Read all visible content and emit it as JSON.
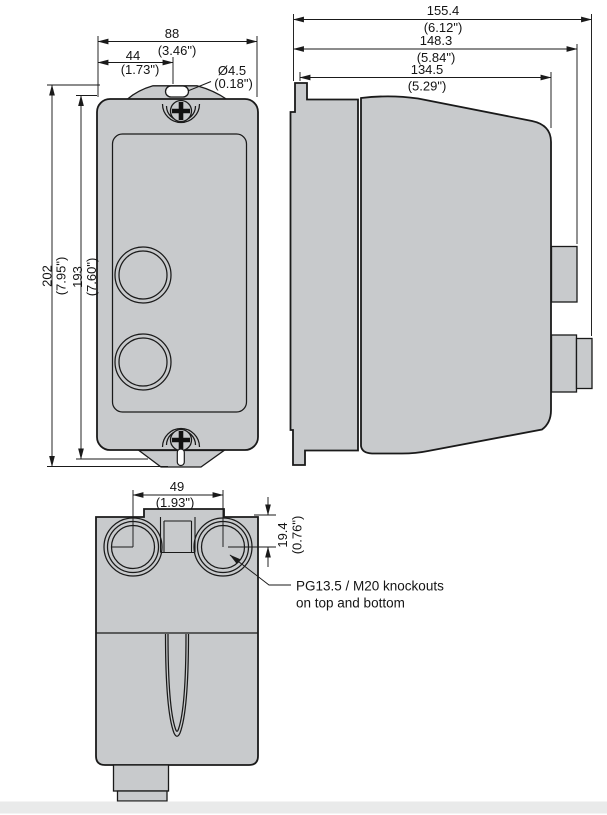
{
  "views": {
    "front": {
      "width": {
        "mm": "88",
        "inch": "(3.46\")"
      },
      "hole_spacing_width": {
        "mm": "44",
        "inch": "(1.73\")"
      },
      "hole_diameter": {
        "mm": "Ø4.5",
        "inch": "(0.18\")"
      },
      "overall_height": {
        "mm": "202",
        "inch": "(7.95\")"
      },
      "mounting_height": {
        "mm": "193",
        "inch": "(7.60\")"
      }
    },
    "side": {
      "overall_depth": {
        "mm": "155.4",
        "inch": "(6.12\")"
      },
      "depth_to_boss": {
        "mm": "148.3",
        "inch": "(5.84\")"
      },
      "body_depth": {
        "mm": "134.5",
        "inch": "(5.29\")"
      }
    },
    "bottom": {
      "knockout_spacing": {
        "mm": "49",
        "inch": "(1.93\")"
      },
      "knockout_center_offset": {
        "mm": "19.4",
        "inch": "(0.76\")"
      },
      "note": {
        "line1": "PG13.5 / M20 knockouts",
        "line2": "on top and bottom"
      }
    }
  },
  "colors": {
    "body_fill": "#c8cacc",
    "line": "#1a1a1a",
    "background": "#ffffff",
    "footer_band": "#e9eaea"
  }
}
